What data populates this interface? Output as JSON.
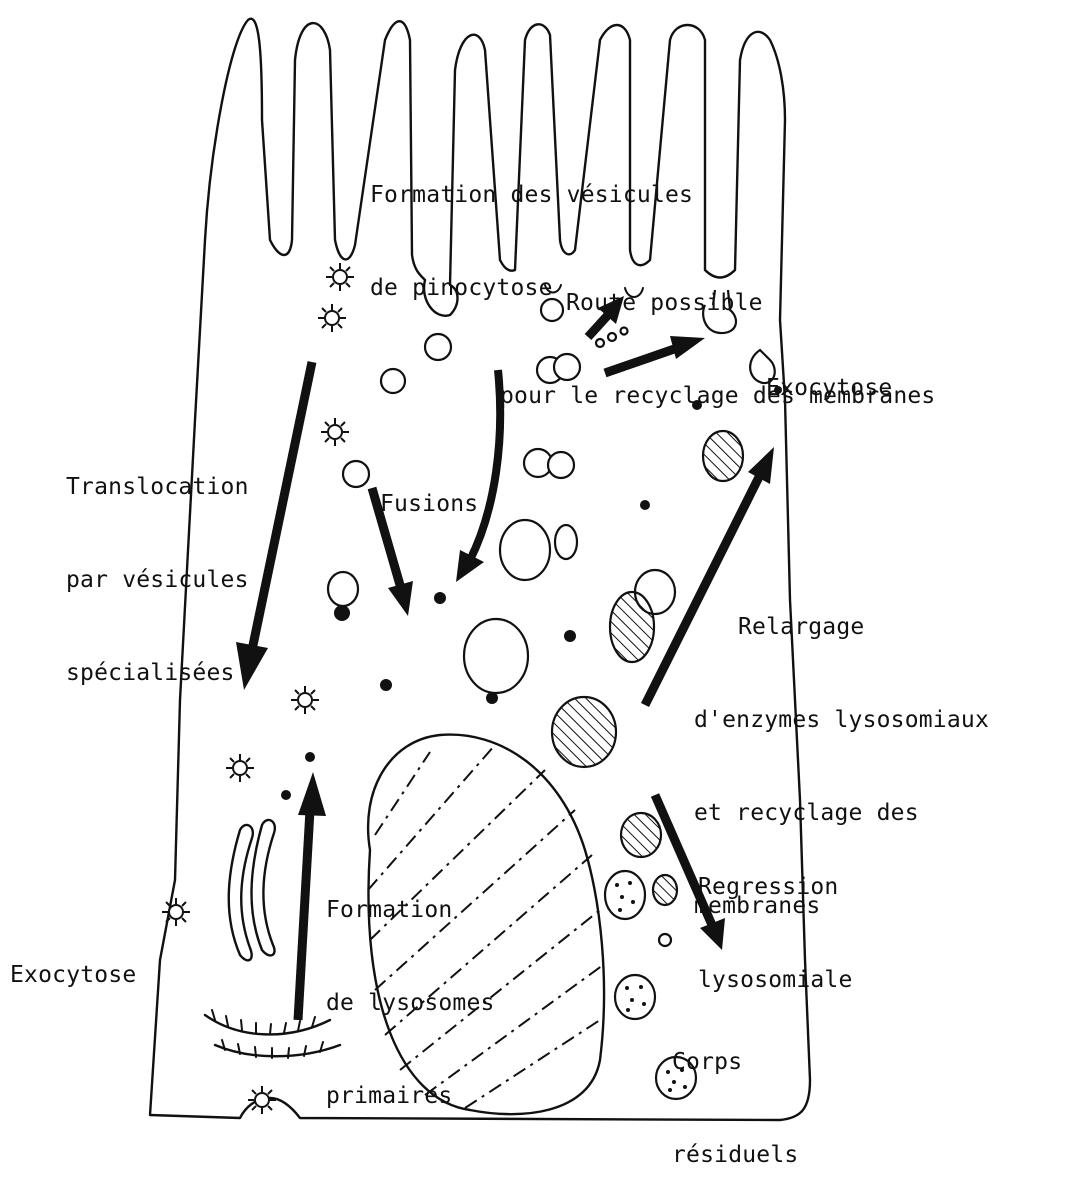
{
  "labels": {
    "formation_pinocytose_l1": "Formation des vésicules",
    "formation_pinocytose_l2": "de pinocytose",
    "route_l1": "Route possible",
    "route_l2": "pour le recyclage des membranes",
    "exocytose_top": "Exocytose",
    "translocation_l1": "Translocation",
    "translocation_l2": "par vésicules",
    "translocation_l3": "spécialisées",
    "fusions": "Fusions",
    "relargage_l1": "Relargage",
    "relargage_l2": "d'enzymes lysosomiaux",
    "relargage_l3": "et recyclage des",
    "relargage_l4": "membranes",
    "regression_l1": "Regression",
    "regression_l2": "lysosomiale",
    "formation_lysosomes_l1": "Formation",
    "formation_lysosomes_l2": "de lysosomes",
    "formation_lysosomes_l3": "primaires",
    "exocytose_left": "Exocytose",
    "corps_l1": "Corps",
    "corps_l2": "résiduels"
  },
  "icons": {
    "coated_vesicle": "coated-vesicle-icon",
    "lysosome": "hatched-lysosome-icon",
    "residual_body": "residual-body-icon"
  }
}
